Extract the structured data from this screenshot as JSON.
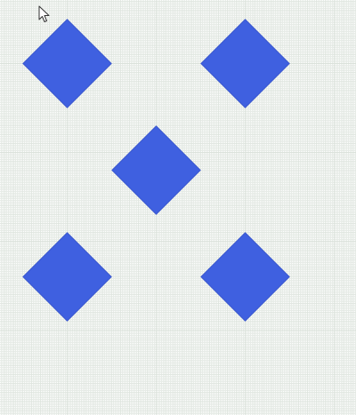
{
  "canvas": {
    "grid_color": "#d6ddd6",
    "background": "#ffffff"
  },
  "shapes": [
    {
      "name": "diamond-top-left",
      "shape": "diamond",
      "fill": "#3f60e0"
    },
    {
      "name": "diamond-top-right",
      "shape": "diamond",
      "fill": "#3f60e0"
    },
    {
      "name": "diamond-center",
      "shape": "diamond",
      "fill": "#3f60e0"
    },
    {
      "name": "diamond-bottom-left",
      "shape": "diamond",
      "fill": "#3f60e0"
    },
    {
      "name": "diamond-bottom-right",
      "shape": "diamond",
      "fill": "#3f60e0"
    }
  ],
  "cursor": {
    "icon": "arrow-pointer-icon"
  }
}
